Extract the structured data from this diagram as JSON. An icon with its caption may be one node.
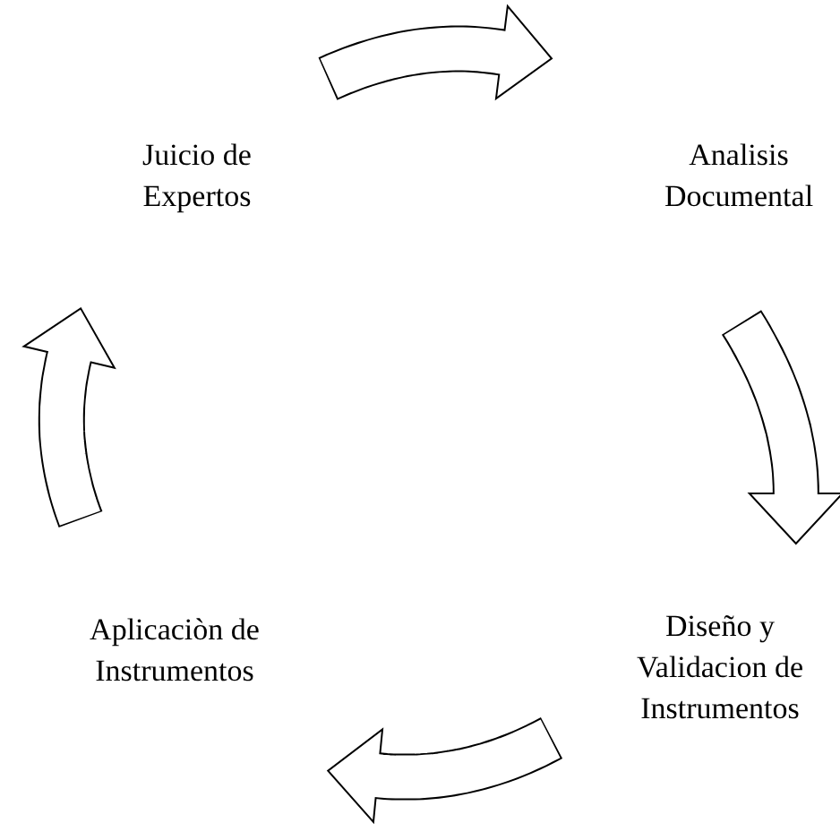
{
  "diagram": {
    "nodes": [
      {
        "text": [
          "Juicio de Expertos"
        ]
      },
      {
        "text": [
          "Analisis Documental"
        ]
      },
      {
        "text": [
          "Diseño y Validacion de Instrumentos"
        ]
      },
      {
        "text": [
          "Aplicaciòn de Instrumentos"
        ]
      }
    ],
    "edges": [
      {
        "from": 0,
        "to": 1,
        "arrow": "to"
      },
      {
        "from": 1,
        "to": 2,
        "arrow": "to"
      },
      {
        "from": 2,
        "to": 3,
        "arrow": "to"
      },
      {
        "from": 3,
        "to": 0,
        "arrow": "to"
      }
    ]
  }
}
